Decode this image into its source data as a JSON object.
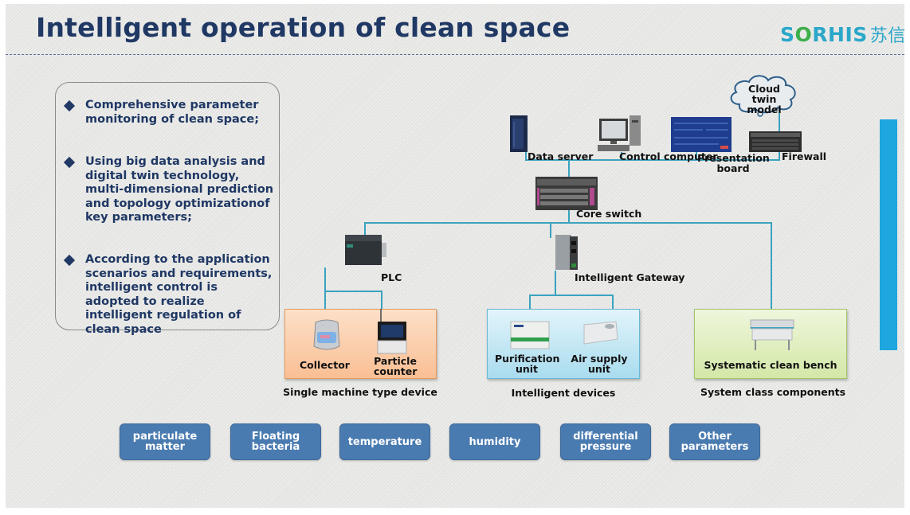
{
  "header": {
    "title": "Intelligent operation of clean space",
    "logo_latin_prefix": "S",
    "logo_latin_o": "O",
    "logo_latin_suffix": "RHIS",
    "logo_chinese": "苏信"
  },
  "bullets": [
    {
      "text": "Comprehensive parameter monitoring of clean space;"
    },
    {
      "text": "Using big data analysis and digital twin technology, multi-dimensional prediction and topology optimizationof key parameters;"
    },
    {
      "text": "According to the application scenarios and requirements, intelligent control is adopted to realize intelligent regulation of clean space"
    }
  ],
  "topology": {
    "cloud": "Cloud twin model",
    "data_server": "Data server",
    "control_computer": "Control computer",
    "presentation_board": "Presentation board",
    "firewall": "Firewall",
    "core_switch": "Core switch",
    "plc": "PLC",
    "gateway": "Intelligent Gateway",
    "collector": "Collector",
    "particle_counter": "Particle counter",
    "purification_unit": "Purification unit",
    "air_supply_unit": "Air supply unit",
    "clean_bench": "Systematic clean bench"
  },
  "groups": {
    "single_machine": "Single machine type device",
    "intelligent_devices": "Intelligent devices",
    "system_components": "System class components"
  },
  "parameters": [
    "particulate matter",
    "Floating bacteria",
    "temperature",
    "humidity",
    "differential pressure",
    "Other parameters"
  ],
  "colors": {
    "title": "#1f3864",
    "wire": "#3aa3bf",
    "param_button": "#4a7bb0",
    "accent_bar": "#1ea6de"
  }
}
